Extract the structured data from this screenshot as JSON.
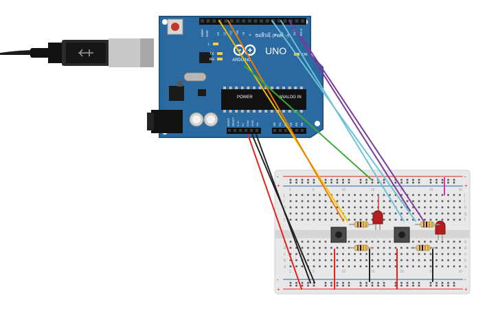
{
  "board": {
    "brand": "ARDUINO",
    "model": "UNO",
    "digital_label": "DIGITAL (PWM ~)",
    "analog_label": "ANALOG IN",
    "power_label": "POWER",
    "aref": "AREF",
    "gnd": "GND",
    "tx": "TX",
    "rx": "RX",
    "l": "L",
    "on": "ON",
    "digital_pins": [
      "13",
      "12",
      "~11",
      "~10",
      "~9",
      "8",
      "7",
      "~6",
      "~5",
      "4",
      "~3",
      "2",
      "TX 1",
      "RX 0"
    ],
    "power_pins": [
      "IOREF",
      "RESET",
      "3.3V",
      "5V",
      "GND",
      "GND",
      "Vin"
    ],
    "analog_pins": [
      "A0",
      "A1",
      "A2",
      "A3",
      "A4",
      "A5"
    ]
  },
  "breadboard": {
    "plus": "+",
    "minus": "-",
    "column_numbers": [
      "1",
      "5",
      "10",
      "15",
      "20",
      "25",
      "30"
    ],
    "row_letters_top": [
      "j",
      "i",
      "h",
      "g",
      "f"
    ],
    "row_letters_bottom": [
      "e",
      "d",
      "c",
      "b",
      "a"
    ]
  },
  "colors": {
    "board": "#2a6aa0",
    "board_edge": "#1f5580",
    "breadboard": "#e8e8e8",
    "wire_red": "#e2231a",
    "wire_black": "#222222",
    "wire_yellow": "#f2c200",
    "wire_orange": "#f07b00",
    "wire_green": "#3aa935",
    "wire_cyan": "#6cc3d8",
    "wire_purple": "#7a3a9a",
    "wire_magenta": "#d23ba6",
    "led_red": "#b51e1e"
  },
  "components": {
    "icons": [
      "usb-cable-icon",
      "usb-plug-icon",
      "reset-button-icon",
      "push-button-icon",
      "led-icon",
      "resistor-icon",
      "capacitor-icon",
      "dc-jack-icon",
      "microcontroller-chip-icon",
      "crystal-icon"
    ]
  }
}
